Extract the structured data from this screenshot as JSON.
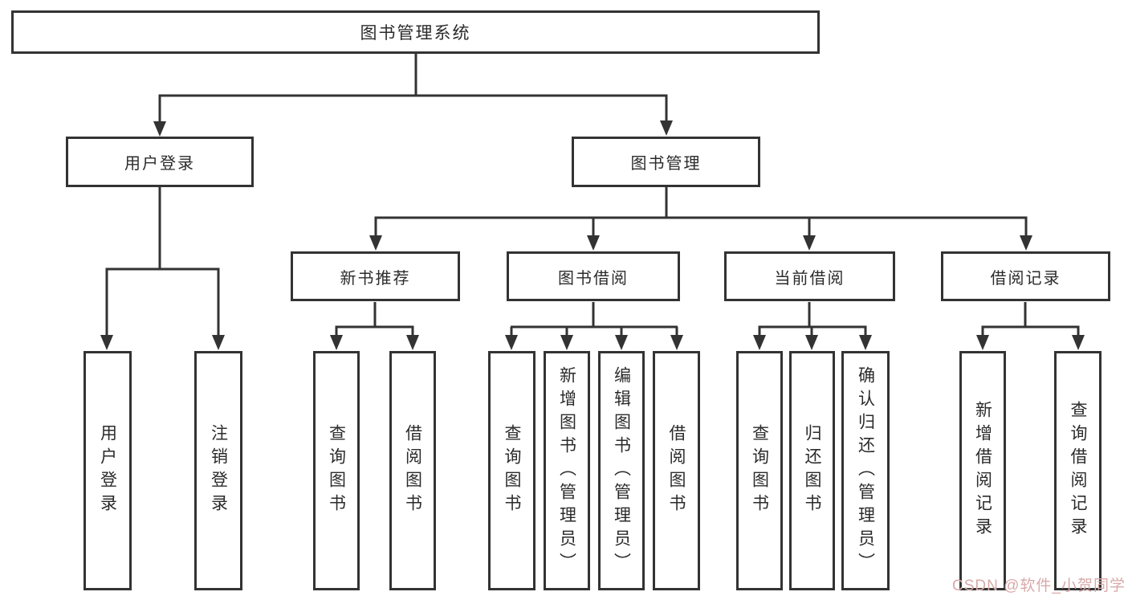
{
  "diagram": {
    "root": {
      "label": "图书管理系统"
    },
    "branches": [
      {
        "label": "用户登录",
        "children": [
          "用户登录",
          "注销登录"
        ]
      },
      {
        "label": "图书管理",
        "sections": [
          {
            "label": "新书推荐",
            "children": [
              "查询图书",
              "借阅图书"
            ]
          },
          {
            "label": "图书借阅",
            "children": [
              "查询图书",
              "新增图书（管理员）",
              "编辑图书（管理员）",
              "借阅图书"
            ]
          },
          {
            "label": "当前借阅",
            "children": [
              "查询图书",
              "归还图书",
              "确认归还（管理员）"
            ]
          },
          {
            "label": "借阅记录",
            "children": [
              "新增借阅记录",
              "查询借阅记录"
            ]
          }
        ]
      }
    ]
  },
  "watermark": {
    "text": "CSDN @软件_小贺同学"
  },
  "colors": {
    "line": "#333333",
    "text": "#2b2b2b",
    "background": "#ffffff",
    "watermark": "#d8a9a9"
  }
}
